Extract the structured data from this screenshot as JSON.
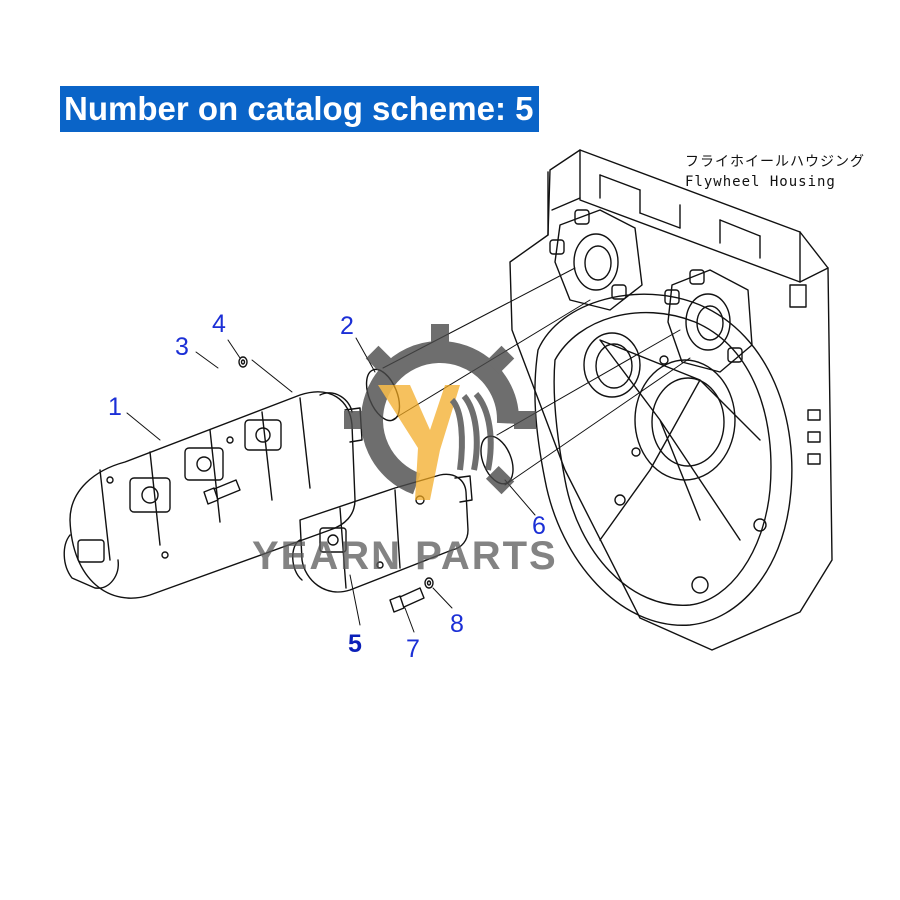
{
  "banner": {
    "text": "Number on catalog scheme: 5"
  },
  "housing_label": {
    "jp": "フライホイールハウジング",
    "en": "Flywheel Housing"
  },
  "callouts": [
    "1",
    "2",
    "3",
    "4",
    "5",
    "6",
    "7",
    "8"
  ],
  "highlighted_callout": "5",
  "watermark": {
    "text": "YEARN PARTS"
  },
  "colors": {
    "banner_bg": "#0a64c8",
    "callout": "#1b2fd6",
    "line_art": "#111111",
    "watermark_gear": "#4a4a4a",
    "watermark_accent": "#f2a91f"
  }
}
